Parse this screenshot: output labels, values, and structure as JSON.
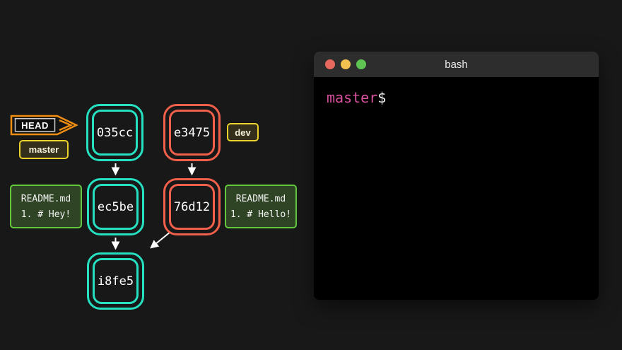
{
  "diagram": {
    "head": {
      "label": "HEAD"
    },
    "branches": {
      "master": "master",
      "dev": "dev"
    },
    "commits": [
      {
        "id": "035cc",
        "branch_color": "teal"
      },
      {
        "id": "e3475",
        "branch_color": "red"
      },
      {
        "id": "ec5be",
        "branch_color": "teal"
      },
      {
        "id": "76d12",
        "branch_color": "red"
      },
      {
        "id": "i8fe5",
        "branch_color": "teal"
      }
    ],
    "files": [
      {
        "name": "README.md",
        "content": "1. # Hey!"
      },
      {
        "name": "README.md",
        "content": "1. # Hello!"
      }
    ]
  },
  "terminal": {
    "title": "bash",
    "prompt": {
      "branch": "master",
      "symbol": "$"
    }
  },
  "colors": {
    "background": "#181818",
    "teal": "#25e1c1",
    "red": "#f0604a",
    "green": "#62c93e",
    "yellow": "#ecd22b",
    "orange": "#ef8e11",
    "pink": "#d9529e",
    "terminal_titlebar": "#2d2d2d",
    "terminal_bg": "#000000",
    "light_red": "#e7695d",
    "light_yellow": "#f3c14f",
    "light_green": "#5fc454"
  }
}
